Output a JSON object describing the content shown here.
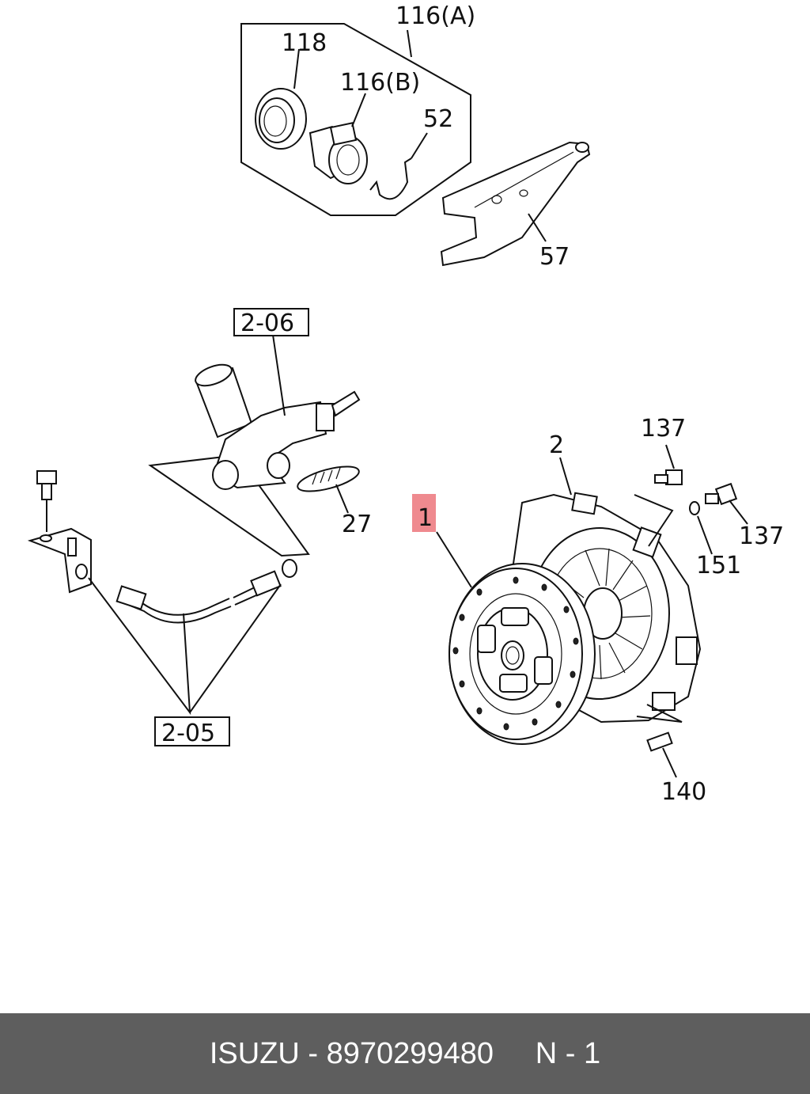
{
  "callouts": {
    "c116a": "116(A)",
    "c118": "118",
    "c116b": "116(B)",
    "c52": "52",
    "c57": "57",
    "c2_06": "2-06",
    "c27": "27",
    "c2": "2",
    "c137a": "137",
    "c137b": "137",
    "c151": "151",
    "c1": "1",
    "c140": "140",
    "c2_05": "2-05"
  },
  "highlight_color": "#ef8a8f",
  "footer": {
    "brand": "ISUZU",
    "separator": " - ",
    "part_number": "8970299480",
    "position": "N - 1"
  }
}
